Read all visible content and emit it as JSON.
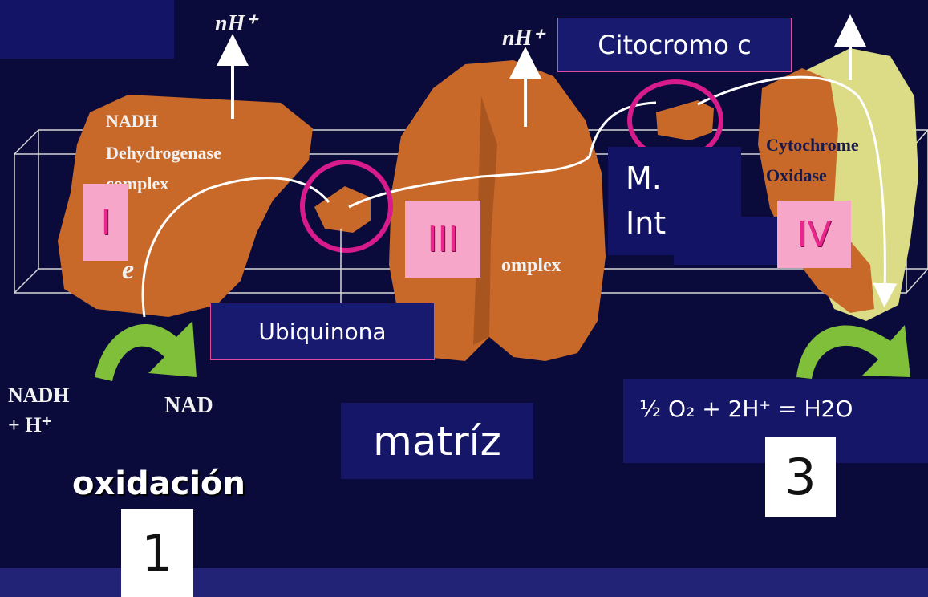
{
  "labels": {
    "citocromo": "Citocromo c",
    "ubiquinona": "Ubiquinona",
    "membrana_line1": "M.",
    "membrana_line2": "Int",
    "matriz": "matríz",
    "oxidacion": "oxidación",
    "equation": "½ O₂ + 2H⁺ =  H2O"
  },
  "figure_text": {
    "nh_left": "nH⁺",
    "nh_mid": "nH⁺",
    "nadh_dh_line1": "NADH",
    "nadh_dh_line2": "Dehydrogenase",
    "nadh_dh_line3": "complex",
    "complex_mid": "omplex",
    "cyto_ox_line1": "Cytochrome",
    "cyto_ox_line2": "Oxidase",
    "electron": "e",
    "nadh_line1": "NADH",
    "nadh_line2": "+ H⁺",
    "nad": "NAD"
  },
  "complex_numerals": {
    "I": "I",
    "III": "III",
    "IV": "IV"
  },
  "step_numbers": {
    "one": "1",
    "three": "3"
  },
  "colors": {
    "background": "#0b0b3b",
    "protein": "#c8692a",
    "cytochrome_oxidase": "#e0e08a",
    "highlight_circle": "#d81b8c",
    "arrow_green": "#7fbf3a",
    "box_navy": "#141462",
    "numeral_pink": "#f6a6c8"
  }
}
